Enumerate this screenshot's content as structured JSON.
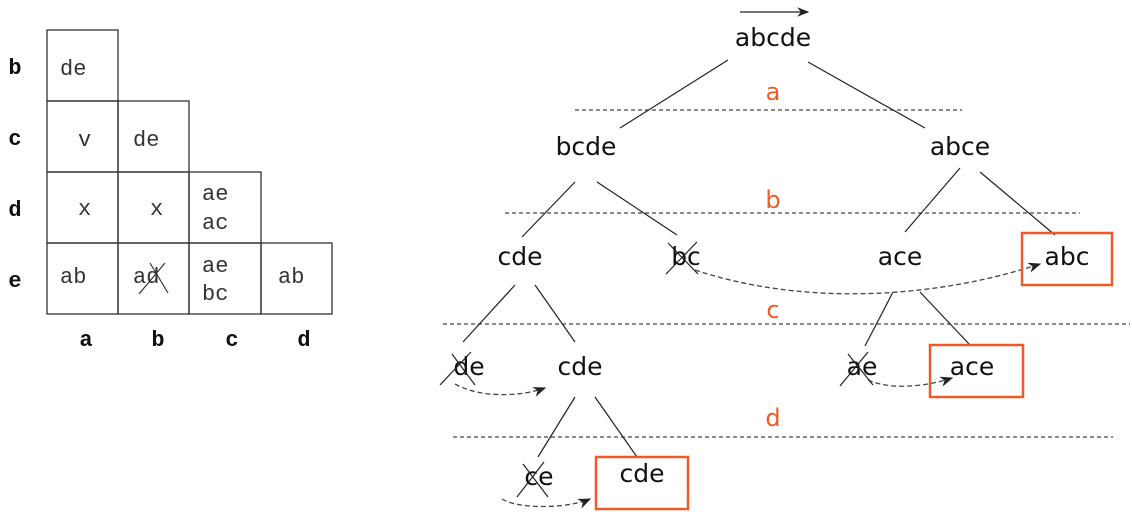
{
  "table": {
    "row_labels": [
      "b",
      "c",
      "d",
      "e"
    ],
    "col_labels": [
      "a",
      "b",
      "c",
      "d"
    ],
    "cells": {
      "b_a": [
        "de"
      ],
      "c_a": [
        "v"
      ],
      "c_b": [
        "de"
      ],
      "d_a": [
        "x"
      ],
      "d_b": [
        "x"
      ],
      "d_c": [
        "ae",
        "ac"
      ],
      "e_a": [
        "ab"
      ],
      "e_b": [
        "ad"
      ],
      "e_c": [
        "ae",
        "bc"
      ],
      "e_d": [
        "ab"
      ]
    },
    "crossed_cells": [
      "e_b"
    ]
  },
  "tree": {
    "root": "abcde",
    "level_labels": [
      "a",
      "b",
      "c",
      "d"
    ],
    "nodes": {
      "bcde": "bcde",
      "abce": "abce",
      "cde1": "cde",
      "bc": "bc",
      "ace1": "ace",
      "abc": "abc",
      "de": "de",
      "cde2": "cde",
      "ae": "ae",
      "ace2": "ace",
      "ce": "ce",
      "cde3": "cde"
    },
    "pruned": [
      "bc",
      "de",
      "ae",
      "ce"
    ],
    "selected": [
      "abc",
      "ace2",
      "cde3"
    ]
  },
  "colors": {
    "accent": "#f05a28",
    "line": "#222222"
  }
}
